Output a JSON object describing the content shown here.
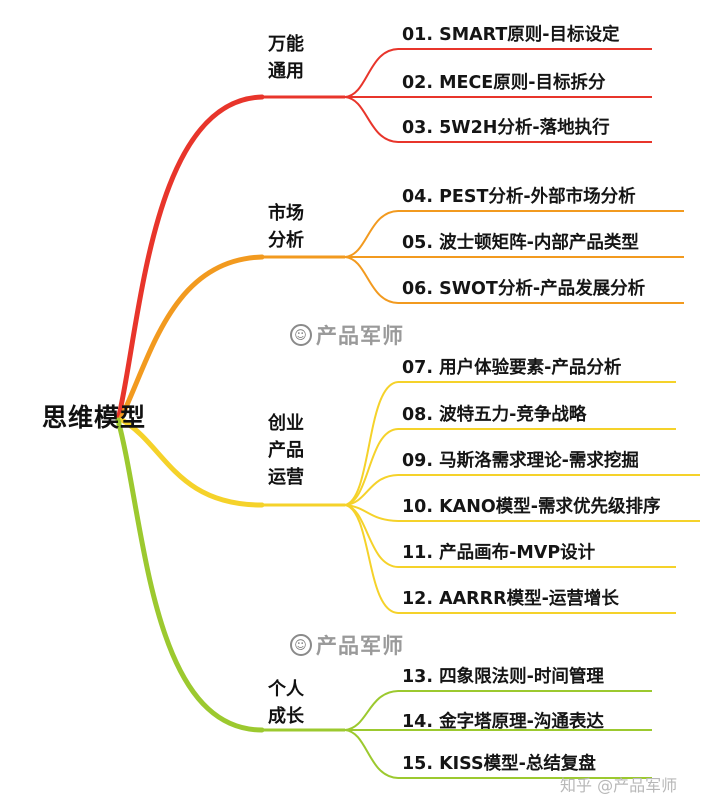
{
  "root": "思维模型",
  "branches": [
    {
      "label": "万能\n通用",
      "color": "#e8352b",
      "items": [
        "01. SMART原则-目标设定",
        "02. MECE原则-目标拆分",
        "03. 5W2H分析-落地执行"
      ]
    },
    {
      "label": "市场\n分析",
      "color": "#f29a1f",
      "items": [
        "04. PEST分析-外部市场分析",
        "05. 波士顿矩阵-内部产品类型",
        "06. SWOT分析-产品发展分析"
      ]
    },
    {
      "label": "创业\n产品\n运营",
      "color": "#f5d22a",
      "items": [
        "07. 用户体验要素-产品分析",
        "08. 波特五力-竞争战略",
        "09. 马斯洛需求理论-需求挖掘",
        "10. KANO模型-需求优先级排序",
        "11. 产品画布-MVP设计",
        "12. AARRR模型-运营增长"
      ]
    },
    {
      "label": "个人\n成长",
      "color": "#9cc92f",
      "items": [
        "13. 四象限法则-时间管理",
        "14. 金字塔原理-沟通表达",
        "15. KISS模型-总结复盘"
      ]
    }
  ],
  "watermark": "产品军师",
  "credit": "知乎 @产品军师"
}
